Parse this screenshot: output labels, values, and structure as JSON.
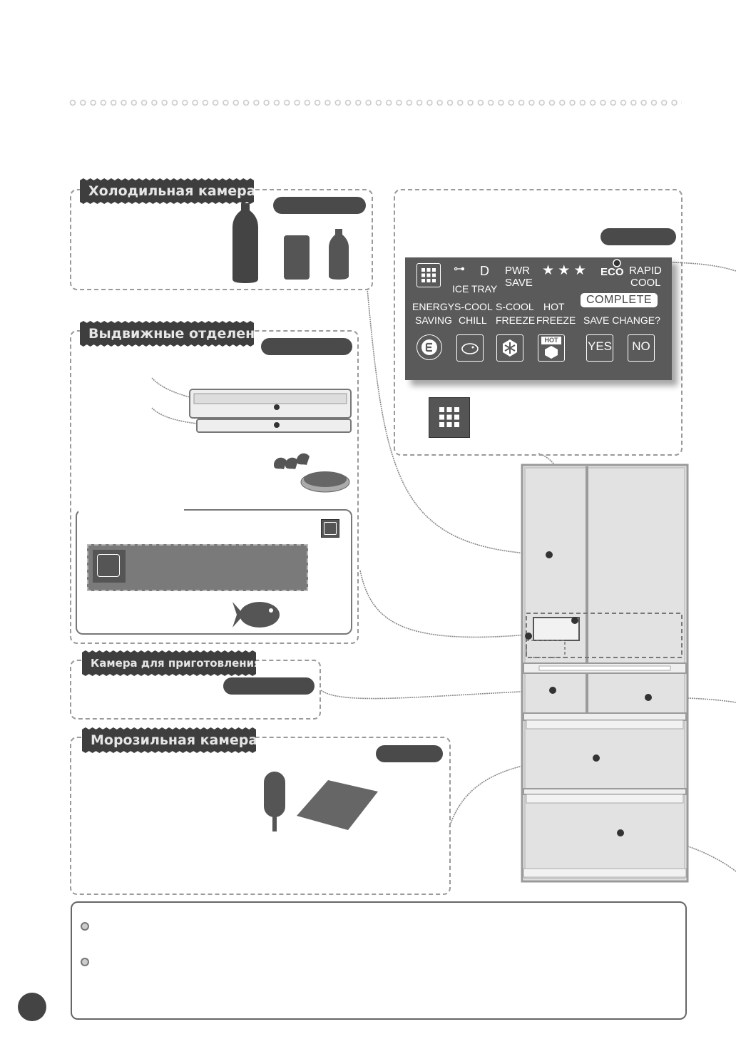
{
  "sections": {
    "fridge_title": "Холодильная камера",
    "drawers_title": "Выдвижные отделения",
    "cooking_title": "Камера для приготовления льда",
    "freezer_title": "Морозильная камера"
  },
  "control_panel": {
    "row1": {
      "ice_tray": "ICE TRAY",
      "d_label": "D",
      "pwr": "PWR",
      "save": "SAVE",
      "stars": "★ ★ ★",
      "eco": "ECO",
      "rapid": "RAPID",
      "cool": "COOL"
    },
    "complete": "COMPLETE",
    "row2": {
      "energy": "ENERGY",
      "saving": "SAVING",
      "scool1": "S-COOL",
      "chill": "CHILL",
      "scool2": "S-COOL",
      "freeze": "FREEZE",
      "hot": "HOT",
      "hot_freeze": "FREEZE",
      "save_change": "SAVE CHANGE?"
    },
    "buttons": {
      "yes": "YES",
      "no": "NO",
      "hot_badge": "HOT"
    }
  },
  "icons": [
    "grid-icon",
    "key-icon",
    "energy-saving-icon",
    "fish-icon",
    "snowflake-icon",
    "hot-freeze-icon",
    "bottle-icon",
    "can-icon",
    "sausage-icon",
    "plate-icon",
    "popsicle-icon",
    "frozen-bag-icon"
  ]
}
